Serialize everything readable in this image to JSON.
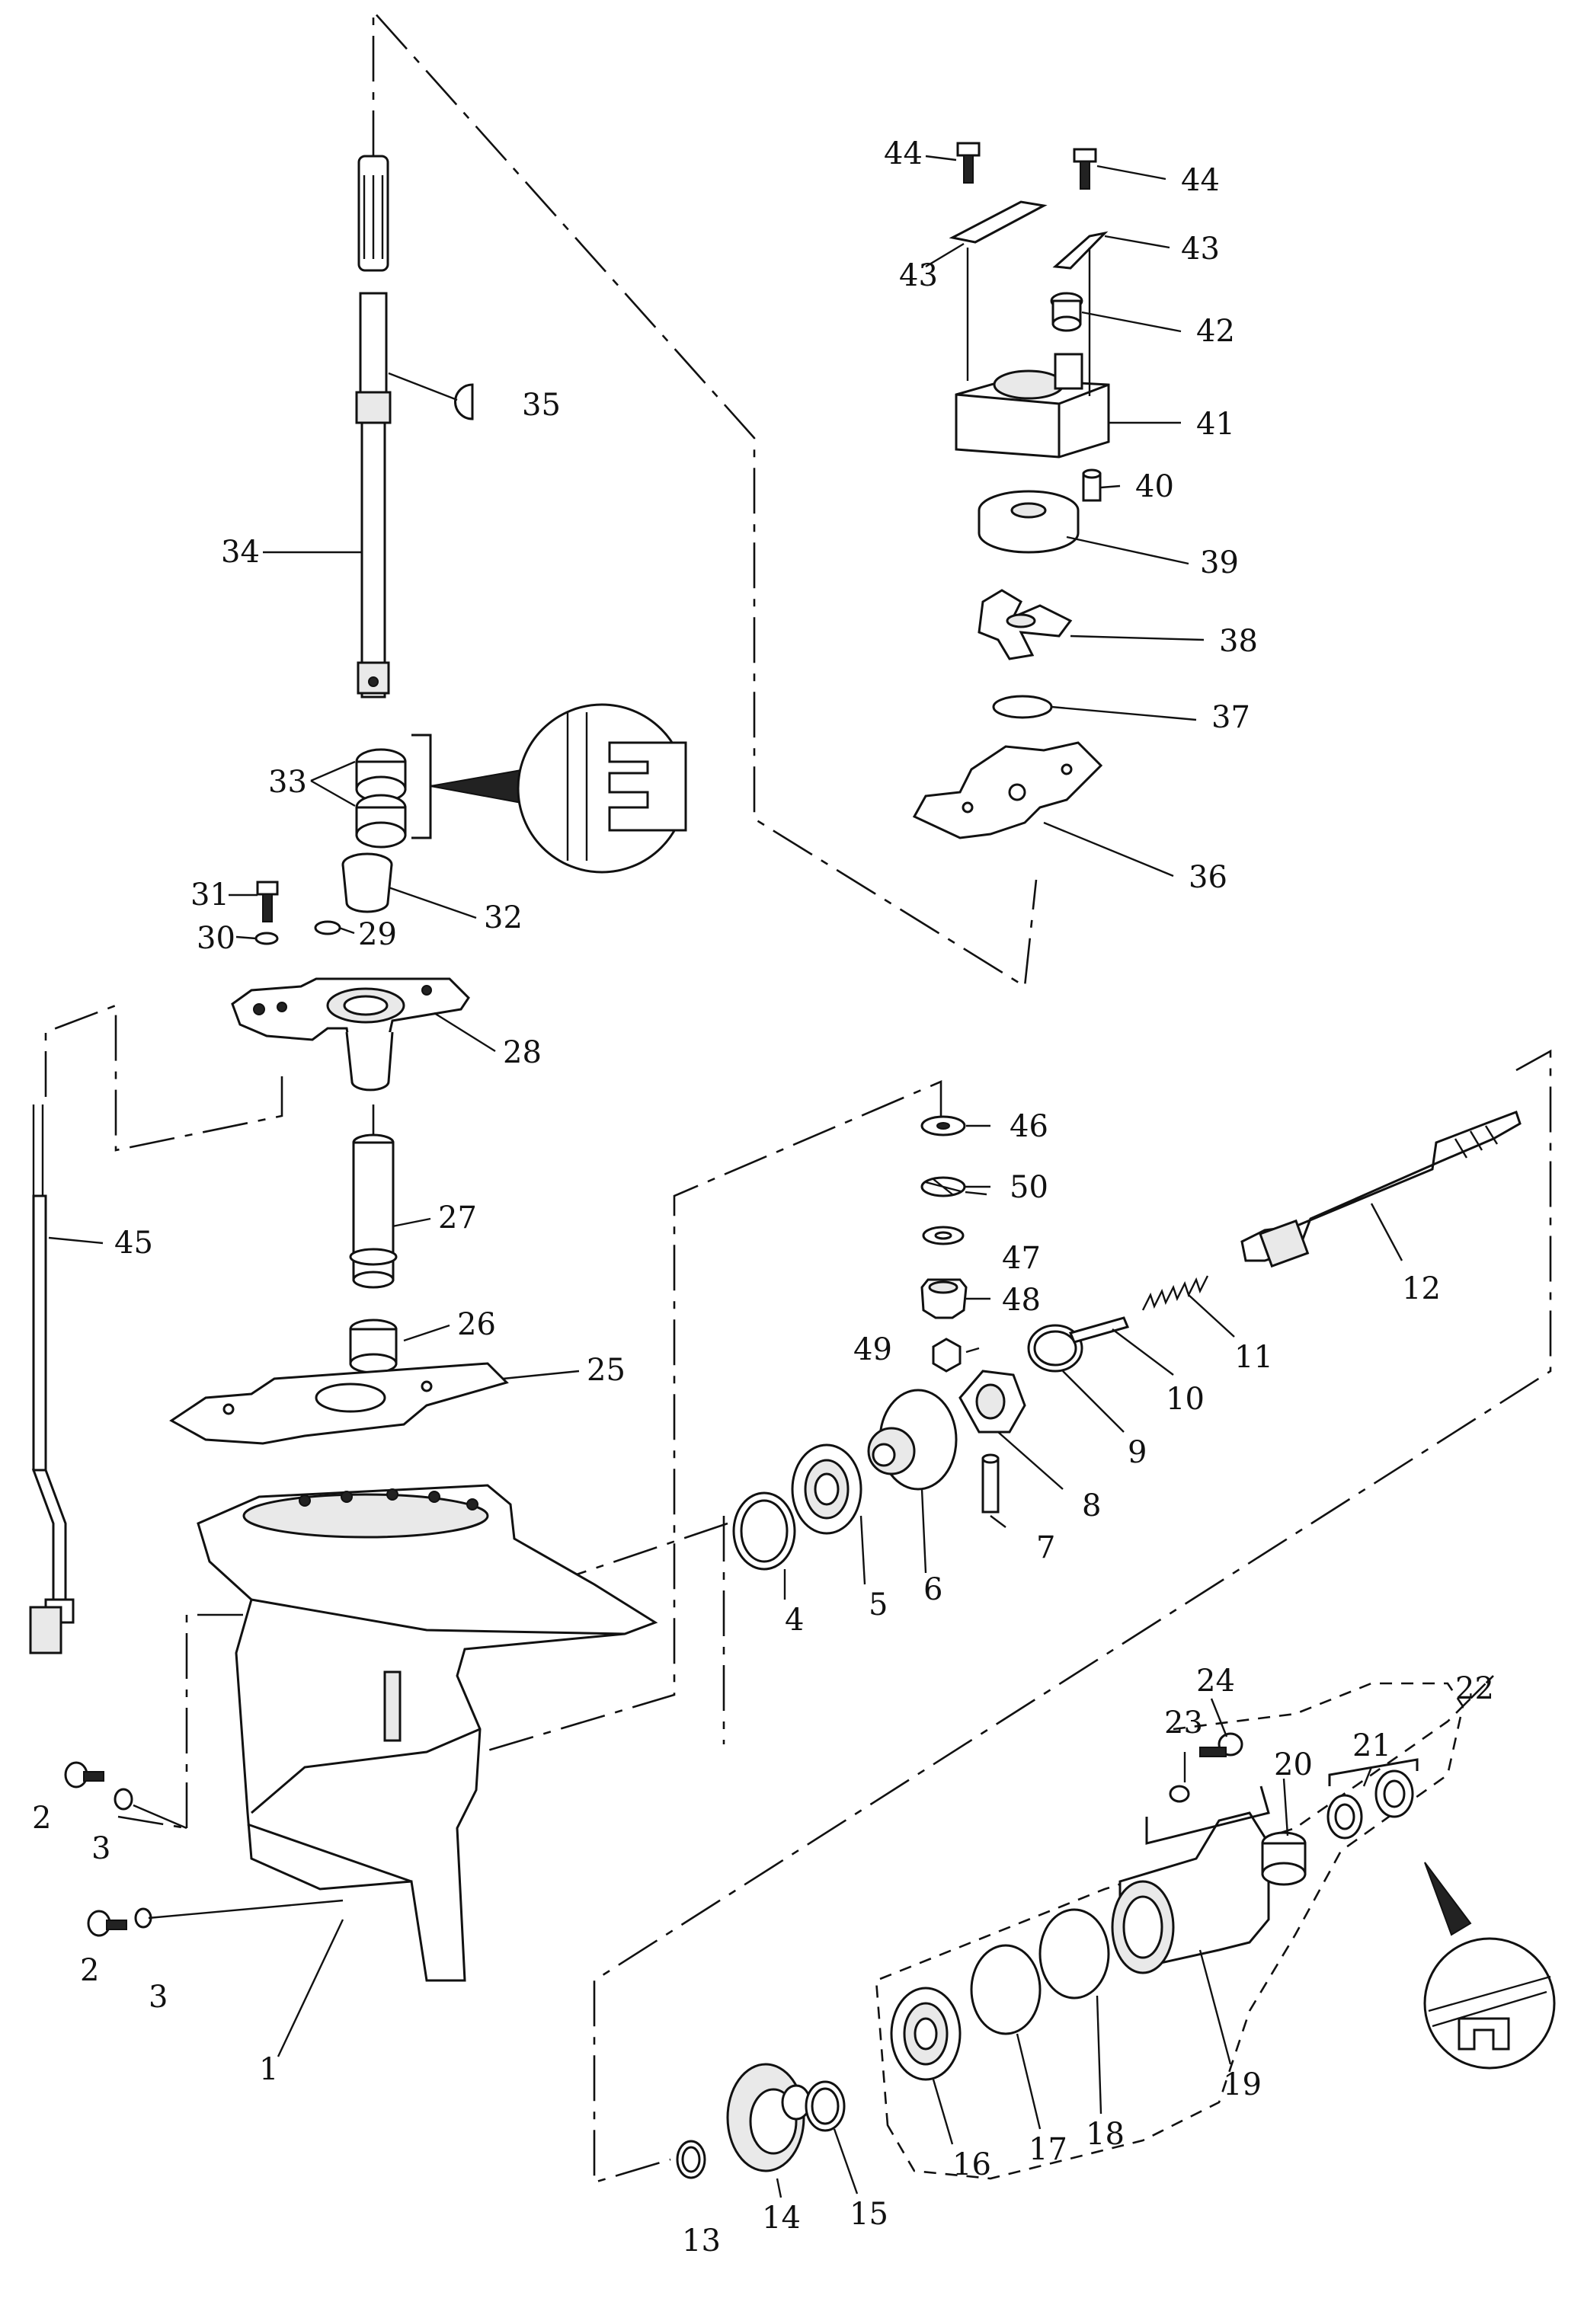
{
  "parts": [
    {
      "id": "p1",
      "label": "1"
    },
    {
      "id": "p2a",
      "label": "2"
    },
    {
      "id": "p2b",
      "label": "2"
    },
    {
      "id": "p3a",
      "label": "3"
    },
    {
      "id": "p3b",
      "label": "3"
    },
    {
      "id": "p4",
      "label": "4"
    },
    {
      "id": "p5",
      "label": "5"
    },
    {
      "id": "p6",
      "label": "6"
    },
    {
      "id": "p7",
      "label": "7"
    },
    {
      "id": "p8",
      "label": "8"
    },
    {
      "id": "p9",
      "label": "9"
    },
    {
      "id": "p10",
      "label": "10"
    },
    {
      "id": "p11",
      "label": "11"
    },
    {
      "id": "p12",
      "label": "12"
    },
    {
      "id": "p13",
      "label": "13"
    },
    {
      "id": "p14",
      "label": "14"
    },
    {
      "id": "p15",
      "label": "15"
    },
    {
      "id": "p16",
      "label": "16"
    },
    {
      "id": "p17",
      "label": "17"
    },
    {
      "id": "p18",
      "label": "18"
    },
    {
      "id": "p19",
      "label": "19"
    },
    {
      "id": "p20",
      "label": "20"
    },
    {
      "id": "p21",
      "label": "21"
    },
    {
      "id": "p22",
      "label": "22"
    },
    {
      "id": "p23",
      "label": "23"
    },
    {
      "id": "p24",
      "label": "24"
    },
    {
      "id": "p25",
      "label": "25"
    },
    {
      "id": "p26",
      "label": "26"
    },
    {
      "id": "p27",
      "label": "27"
    },
    {
      "id": "p28",
      "label": "28"
    },
    {
      "id": "p29",
      "label": "29"
    },
    {
      "id": "p30",
      "label": "30"
    },
    {
      "id": "p31",
      "label": "31"
    },
    {
      "id": "p32",
      "label": "32"
    },
    {
      "id": "p33",
      "label": "33"
    },
    {
      "id": "p34",
      "label": "34"
    },
    {
      "id": "p35",
      "label": "35"
    },
    {
      "id": "p36",
      "label": "36"
    },
    {
      "id": "p37",
      "label": "37"
    },
    {
      "id": "p38",
      "label": "38"
    },
    {
      "id": "p39",
      "label": "39"
    },
    {
      "id": "p40",
      "label": "40"
    },
    {
      "id": "p41",
      "label": "41"
    },
    {
      "id": "p42",
      "label": "42"
    },
    {
      "id": "p43a",
      "label": "43"
    },
    {
      "id": "p43b",
      "label": "43"
    },
    {
      "id": "p44a",
      "label": "44"
    },
    {
      "id": "p44b",
      "label": "44"
    },
    {
      "id": "p45",
      "label": "45"
    },
    {
      "id": "p46",
      "label": "46"
    },
    {
      "id": "p47",
      "label": "47"
    },
    {
      "id": "p48",
      "label": "48"
    },
    {
      "id": "p49",
      "label": "49"
    },
    {
      "id": "p50",
      "label": "50"
    }
  ]
}
